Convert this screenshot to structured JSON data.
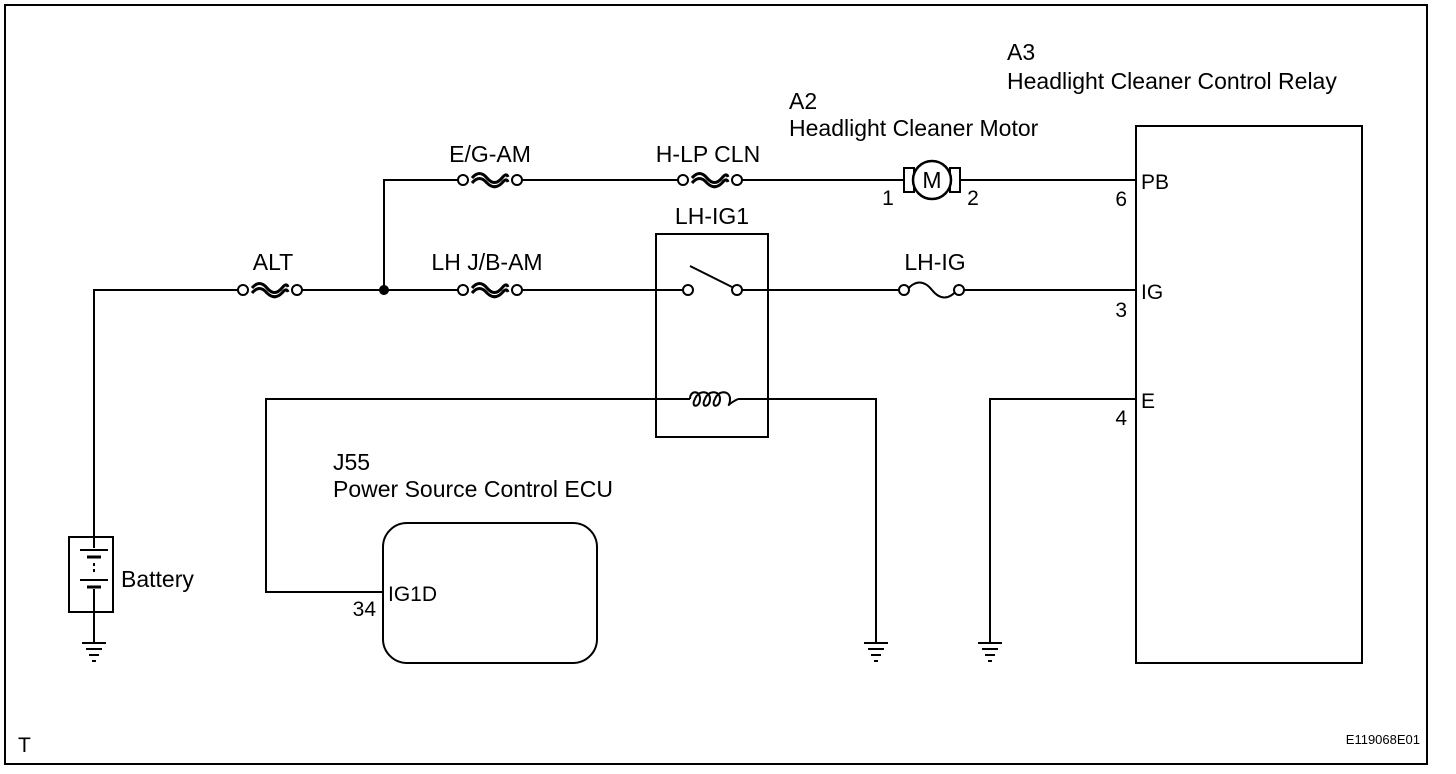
{
  "components": {
    "relay_a3": {
      "code": "A3",
      "name": "Headlight Cleaner Control Relay"
    },
    "motor_a2": {
      "code": "A2",
      "name": "Headlight Cleaner Motor",
      "symbol": "M",
      "pin1": "1",
      "pin2": "2"
    },
    "ecu_j55": {
      "code": "J55",
      "name": "Power Source Control ECU",
      "pin_number": "34",
      "pin_name": "IG1D"
    },
    "battery": {
      "label": "Battery"
    },
    "relay_lh_ig1": {
      "label": "LH-IG1"
    }
  },
  "fuses": {
    "alt": "ALT",
    "eg_am": "E/G-AM",
    "hlp_cln": "H-LP CLN",
    "lh_jb_am": "LH J/B-AM",
    "lh_ig": "LH-IG"
  },
  "relay_pins": [
    {
      "number": "6",
      "name": "PB"
    },
    {
      "number": "3",
      "name": "IG"
    },
    {
      "number": "4",
      "name": "E"
    }
  ],
  "corner_mark": "T",
  "figure_id": "E119068E01"
}
